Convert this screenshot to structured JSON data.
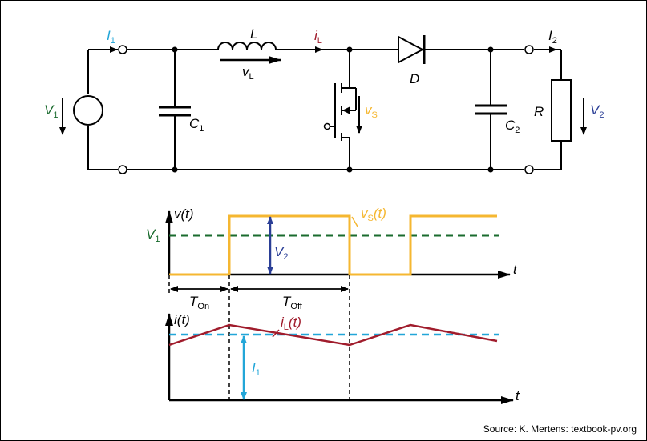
{
  "circuit": {
    "labels": {
      "I1": "I",
      "I1_sub": "1",
      "L": "L",
      "vL": "v",
      "vL_sub": "L",
      "iL": "i",
      "iL_sub": "L",
      "D": "D",
      "I2": "I",
      "I2_sub": "2",
      "V1": "V",
      "V1_sub": "1",
      "C1": "C",
      "C1_sub": "1",
      "vS": "v",
      "vS_sub": "S",
      "C2": "C",
      "C2_sub": "2",
      "R": "R",
      "V2": "V",
      "V2_sub": "2"
    }
  },
  "voltage_plot": {
    "y_label": "v(t)",
    "t_label": "t",
    "V1": "V",
    "V1_sub": "1",
    "V2": "V",
    "V2_sub": "2",
    "vS": "v",
    "vS_sub": "S",
    "vS_suffix": "(t)"
  },
  "timing": {
    "Ton": "T",
    "Ton_sub": "On",
    "Toff": "T",
    "Toff_sub": "Off"
  },
  "current_plot": {
    "y_label": "i(t)",
    "t_label": "t",
    "iL": "i",
    "iL_sub": "L",
    "iL_suffix": "(t)",
    "I1": "I",
    "I1_sub": "1"
  },
  "colors": {
    "vs": "#f5b731",
    "v1": "#1a6b2e",
    "v2": "#2a3e96",
    "il": "#a01c2c",
    "i1": "#22a6d8"
  },
  "source": "Source: K. Mertens: textbook-pv.org"
}
